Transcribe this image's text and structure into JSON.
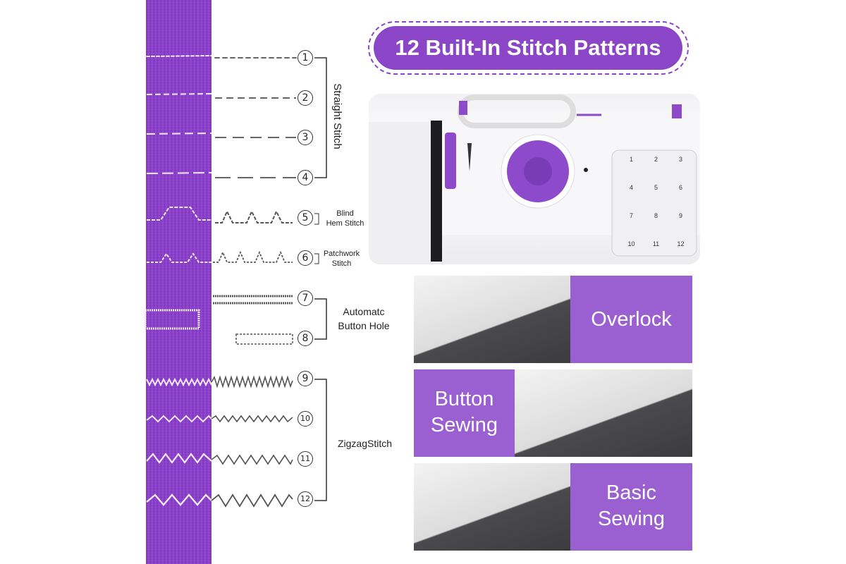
{
  "title": "12 Built-In Stitch Patterns",
  "stitch_numbers": [
    "1",
    "2",
    "3",
    "4",
    "5",
    "6",
    "7",
    "8",
    "9",
    "10",
    "11",
    "12"
  ],
  "groups": {
    "straight": "Straight Stitch",
    "blind_hem": [
      "Blind",
      "Hem Stitch"
    ],
    "patchwork": [
      "Patchwork",
      "Stitch"
    ],
    "button_hole": [
      "Automatc",
      "Button Hole"
    ],
    "zigzag": "ZigzagStitch"
  },
  "machine_panel": {
    "numbers": [
      "1",
      "2",
      "3",
      "4",
      "5",
      "6",
      "7",
      "8",
      "9",
      "10",
      "11",
      "12"
    ]
  },
  "features": [
    {
      "label": "Overlock"
    },
    {
      "label_lines": [
        "Button",
        "Sewing"
      ]
    },
    {
      "label_lines": [
        "Basic",
        "Sewing"
      ]
    }
  ],
  "colors": {
    "purple": "#8a46c6",
    "tile": "#9a5fd0",
    "fabric": "#8a3fc8"
  }
}
